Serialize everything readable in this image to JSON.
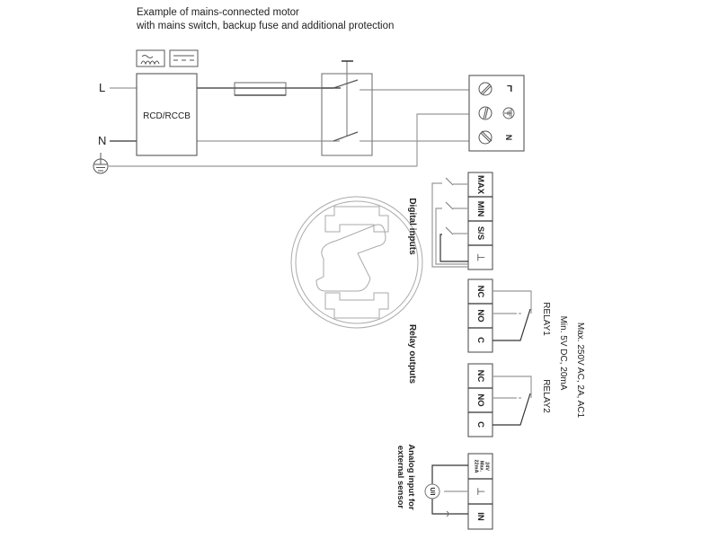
{
  "title": {
    "line1": "Example of mains-connected motor",
    "line2": "with mains switch, backup fuse and additional protection"
  },
  "mains": {
    "line_label": "L",
    "neutral_label": "N",
    "earth_symbol": "protective-earth",
    "rcd_label": "RCD/RCCB",
    "rcd_type_symbols": [
      "ac-pulsating-icon",
      "dc-icon"
    ],
    "fuse": "backup-fuse",
    "switch": "mains-switch"
  },
  "mains_terminal": {
    "labels": [
      "L",
      "⏚",
      "N"
    ]
  },
  "digital_inputs": {
    "section_label": "Digital inputs",
    "terminals": [
      "MAX",
      "MIN",
      "S/S",
      "⊥"
    ]
  },
  "relay_outputs": {
    "section_label": "Relay outputs",
    "relay1": {
      "label": "RELAY1",
      "terminals": [
        "NC",
        "NO",
        "C"
      ]
    },
    "relay2": {
      "label": "RELAY2",
      "terminals": [
        "NC",
        "NO",
        "C"
      ]
    },
    "rating_max": "Max. 250V AC, 2A, AC1",
    "rating_min": "Min. 5V DC, 20mA"
  },
  "analog_input": {
    "section_label_1": "Analog input for",
    "section_label_2": "external sensor",
    "sensor_symbol": "U/I",
    "supply_line1": "24V",
    "supply_line2": "Max.",
    "supply_line3": "22mA",
    "terminals": [
      "⊥",
      "IN"
    ]
  },
  "colors": {
    "wire_dark": "#333333",
    "wire_gray": "#999999",
    "logo_stroke": "#aaaaaa",
    "text": "#222222"
  }
}
